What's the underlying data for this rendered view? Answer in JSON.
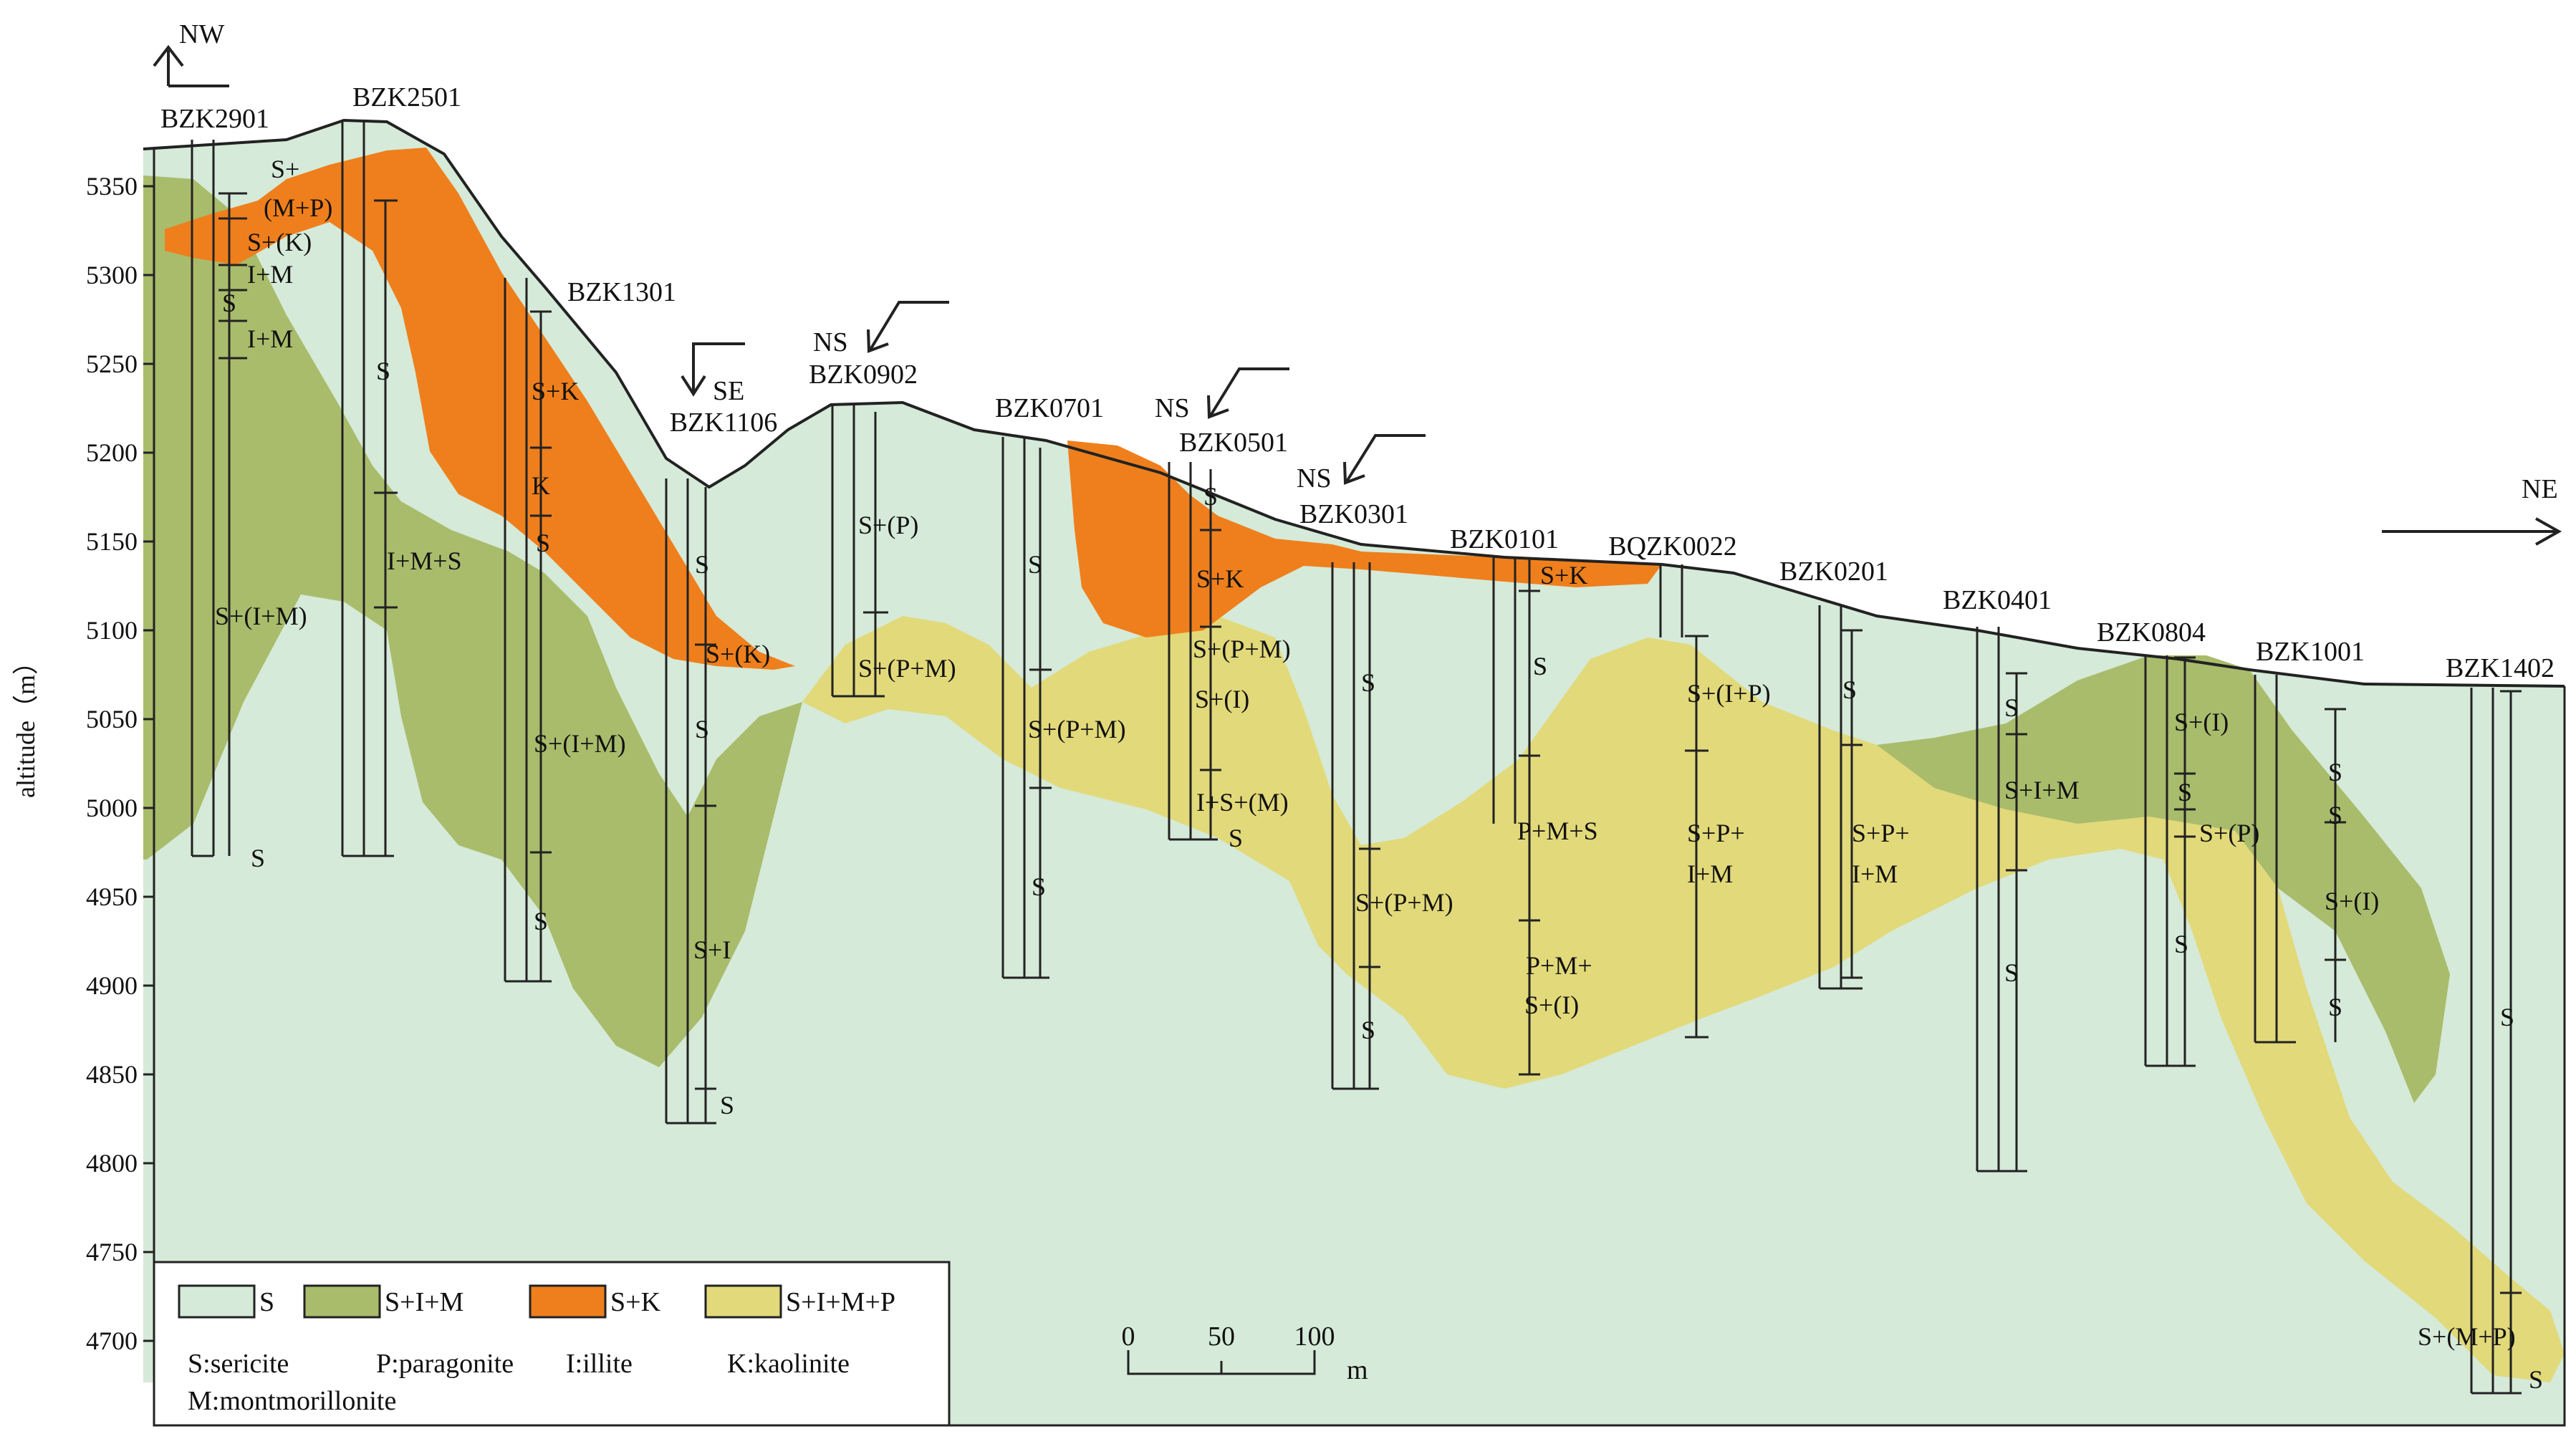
{
  "axis": {
    "ylabel": "altitude（m）",
    "ticks": [
      "5350",
      "5300",
      "5250",
      "5200",
      "5150",
      "5100",
      "5050",
      "5000",
      "4950",
      "4900",
      "4850",
      "4800",
      "4750",
      "4700"
    ]
  },
  "drillholes": [
    "BZK2901",
    "BZK2501",
    "BZK1301",
    "BZK1106",
    "BZK0902",
    "BZK0701",
    "BZK0501",
    "BZK0301",
    "BZK0101",
    "BQZK0022",
    "BZK0201",
    "BZK0401",
    "BZK0804",
    "BZK1001",
    "BZK1402"
  ],
  "directions": {
    "nw": "NW",
    "se": "SE",
    "ns1": "NS",
    "ns2": "NS",
    "ns3": "NS",
    "ne": "NE"
  },
  "zone_labels": [
    "S+",
    "(M+P)",
    "S+(K)",
    "I+M",
    "S",
    "I+M",
    "S+(I+M)",
    "S",
    "I+M+S",
    "S",
    "S+K",
    "K",
    "S",
    "S+(I+M)",
    "S",
    "S",
    "S+(K)",
    "S",
    "S+I",
    "S",
    "S+(P)",
    "S+(P+M)",
    "S",
    "S+(P+M)",
    "S",
    "S",
    "S+K",
    "S+(P+M)",
    "S+(I)",
    "I+S+(M)",
    "S",
    "S",
    "S+(P+M)",
    "S",
    "S",
    "S+K",
    "S",
    "P+M+S",
    "P+M+",
    "S+(I)",
    "S+(I+P)",
    "S+P+",
    "I+M",
    "S",
    "S+P+",
    "I+M",
    "S",
    "S+I+M",
    "S",
    "S+(I)",
    "S",
    "S+(P)",
    "S",
    "S",
    "S",
    "S+(I)",
    "S",
    "S",
    "S+(M+P)",
    "S"
  ],
  "legend": {
    "items": [
      {
        "label": "S",
        "color": "#d5ead8"
      },
      {
        "label": "S+I+M",
        "color": "#a9bc6c"
      },
      {
        "label": "S+K",
        "color": "#ef7f1c"
      },
      {
        "label": "S+I+M+P",
        "color": "#e2d97a"
      }
    ],
    "abbrev_line1": [
      "S:sericite",
      "P:paragonite",
      "I:illite",
      "K:kaolinite"
    ],
    "abbrev_line2": "M:montmorillonite"
  },
  "scale_bar": {
    "labels": [
      "0",
      "50",
      "100"
    ],
    "unit": "m"
  },
  "colors": {
    "sericite": "#d5ead8",
    "sim": "#a9bc6c",
    "sk": "#ef7f1c",
    "simp": "#e2d97a",
    "line": "#222222"
  }
}
